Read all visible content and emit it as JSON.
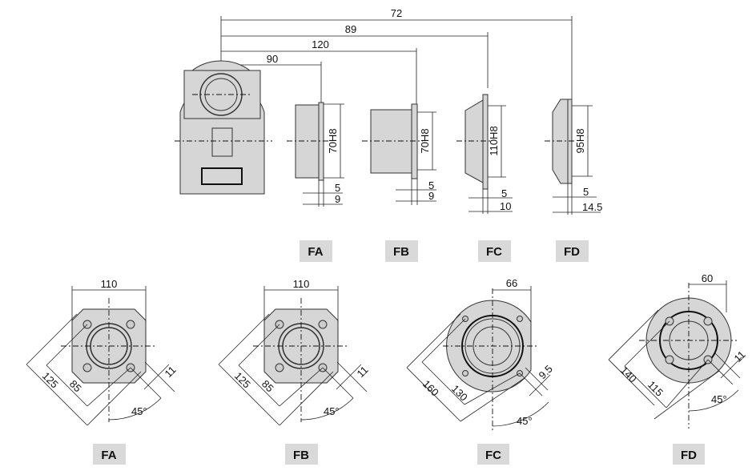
{
  "side_view": {
    "dims_top": [
      "72",
      "89",
      "120",
      "90"
    ],
    "fa": {
      "bore": "70H8",
      "d1": "5",
      "d2": "9"
    },
    "fb": {
      "bore": "70H8",
      "d1": "5",
      "d2": "9"
    },
    "fc": {
      "bore": "110H8",
      "d1": "5",
      "d2": "10"
    },
    "fd": {
      "bore": "95H8",
      "d1": "5",
      "d2": "14.5"
    }
  },
  "top_labels": [
    "FA",
    "FB",
    "FC",
    "FD"
  ],
  "front_views": [
    {
      "label": "FA",
      "width": "110",
      "inner": "85",
      "outer": "125",
      "hole": "11",
      "angle": "45°"
    },
    {
      "label": "FB",
      "width": "110",
      "inner": "85",
      "outer": "125",
      "hole": "11",
      "angle": "45°"
    },
    {
      "label": "FC",
      "width": "66",
      "inner": "130",
      "outer": "160",
      "hole": "9.5",
      "angle": "45°"
    },
    {
      "label": "FD",
      "width": "60",
      "inner": "115",
      "outer": "140",
      "hole": "11",
      "angle": "45°"
    }
  ]
}
